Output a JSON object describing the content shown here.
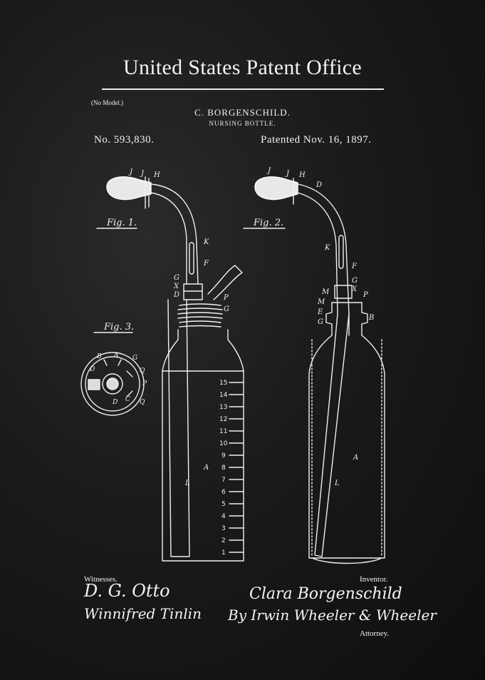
{
  "header": {
    "title": "United States Patent Office",
    "no_model": "(No Model.)",
    "inventor_name": "C. BORGENSCHILD.",
    "subject": "NURSING BOTTLE.",
    "patent_number": "No. 593,830.",
    "patent_date": "Patented Nov. 16, 1897."
  },
  "figures": {
    "fig1": "Fig. 1.",
    "fig2": "Fig. 2.",
    "fig3": "Fig. 3."
  },
  "scale_marks": [
    "15",
    "14",
    "13",
    "12",
    "11",
    "10",
    "9",
    "8",
    "7",
    "6",
    "5",
    "4",
    "3",
    "2",
    "1"
  ],
  "letters": {
    "J": "J",
    "H": "H",
    "K": "K",
    "F": "F",
    "G": "G",
    "X": "X",
    "D": "D",
    "P": "P",
    "A": "A",
    "L": "L",
    "M": "M",
    "E": "E",
    "C": "C",
    "B": "B",
    "Q": "Q"
  },
  "footer": {
    "witnesses_label": "Witnesses.",
    "inventor_label": "Inventor.",
    "attorney_label": "Attorney.",
    "witness_1": "D. G. Otto",
    "witness_2": "Winnifred Tinlin",
    "inventor_signature": "Clara Borgenschild",
    "attorney_signature": "By Irwin Wheeler & Wheeler"
  },
  "colors": {
    "background": "#141414",
    "ink": "#f2f2f2"
  }
}
